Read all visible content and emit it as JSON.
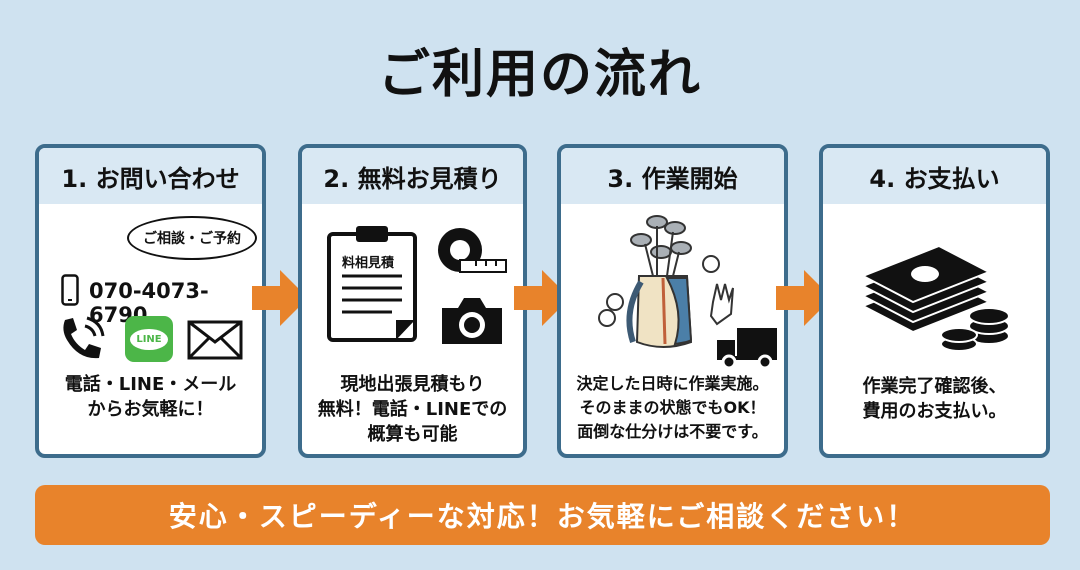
{
  "title": "ご利用の流れ",
  "steps": [
    {
      "heading": "1. お問い合わせ",
      "bubble": "ご相談・ご予約",
      "phone": "070-4073-6790",
      "line_label": "LINE",
      "desc": [
        "電話・LINE・メール",
        "からお気軽に！"
      ]
    },
    {
      "heading": "2. 無料お見積り",
      "doc_label": "料相見積",
      "desc": [
        "現地出張見積もり",
        "無料！電話・LINEでの",
        "概算も可能"
      ]
    },
    {
      "heading": "3. 作業開始",
      "desc": [
        "決定した日時に作業実施。",
        "そのままの状態でもOK！",
        "面倒な仕分けは不要です。"
      ]
    },
    {
      "heading": "4. お支払い",
      "desc": [
        "作業完了確認後、",
        "費用のお支払い。"
      ]
    }
  ],
  "banner": "安心・スピーディーな対応！お気軽にご相談ください！",
  "colors": {
    "background": "#cfe2f0",
    "border": "#3d6c8c",
    "header": "#d9e8f3",
    "accent": "#e8832b",
    "line": "#4cb648"
  }
}
